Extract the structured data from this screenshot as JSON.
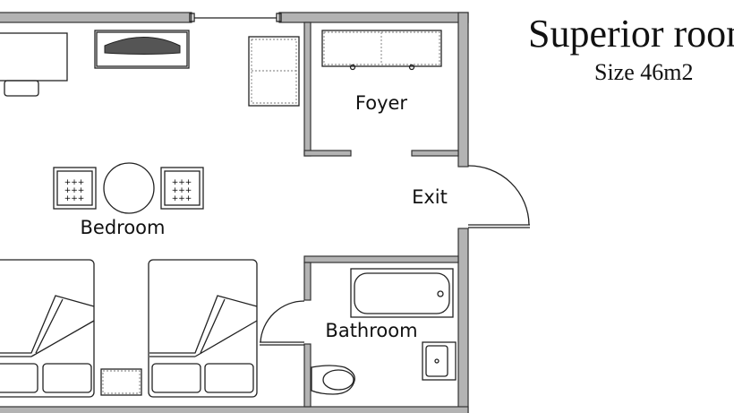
{
  "title": "Superior room",
  "size": "Size 46m2",
  "rooms": {
    "foyer": "Foyer",
    "exit": "Exit",
    "bedroom": "Bedroom",
    "bathroom": "Bathroom"
  },
  "colors": {
    "wall": "#b3b3b3",
    "line": "#222222"
  }
}
